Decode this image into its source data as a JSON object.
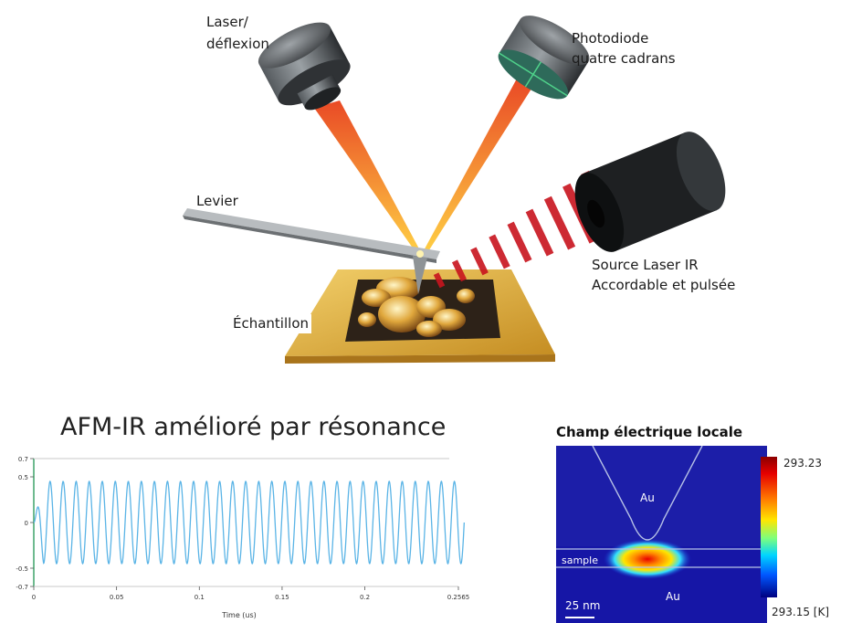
{
  "diagram": {
    "labels": {
      "laser_line1": "Laser/",
      "laser_line2": "déflexion",
      "photodiode_line1": "Photodiode",
      "photodiode_line2": "quatre cadrans",
      "lever": "Levier",
      "source_line1": "Source Laser IR",
      "source_line2": "Accordable et pulsée",
      "sample": "Échantillon"
    },
    "colors": {
      "beam_outer": "#f05a1a",
      "beam_inner": "#ffd23c",
      "ir_stripes": "#c8141e",
      "substrate": "#d9a531",
      "device_body": "#2b2e30"
    }
  },
  "waveform": {
    "title": "AFM-IR amélioré par résonance",
    "xlabel": "Time (us)",
    "x_ticks": [
      "0",
      "0.05",
      "0.1",
      "0.15",
      "0.2",
      "0.2565"
    ],
    "y_ticks": [
      "0.7",
      "0.5",
      "0",
      "-0.5",
      "-0.7"
    ],
    "line_color": "#5ab4e6"
  },
  "chart_data": {
    "type": "line",
    "title": "AFM-IR amélioré par résonance",
    "xlabel": "Time (us)",
    "ylabel": "",
    "xlim": [
      0,
      0.2565
    ],
    "ylim": [
      -0.7,
      0.7
    ],
    "series": [
      {
        "signal": "sinusoid",
        "amplitude": 0.45,
        "cycles": 33,
        "x_start": 0.0,
        "x_end": 0.26
      }
    ]
  },
  "field_map": {
    "title": "Champ électrique locale",
    "region_top": "Au",
    "region_bottom": "Au",
    "layer": "sample",
    "scale_bar": "25 nm",
    "colorbar_max": "293.23",
    "colorbar_min": "293.15 [K]"
  }
}
